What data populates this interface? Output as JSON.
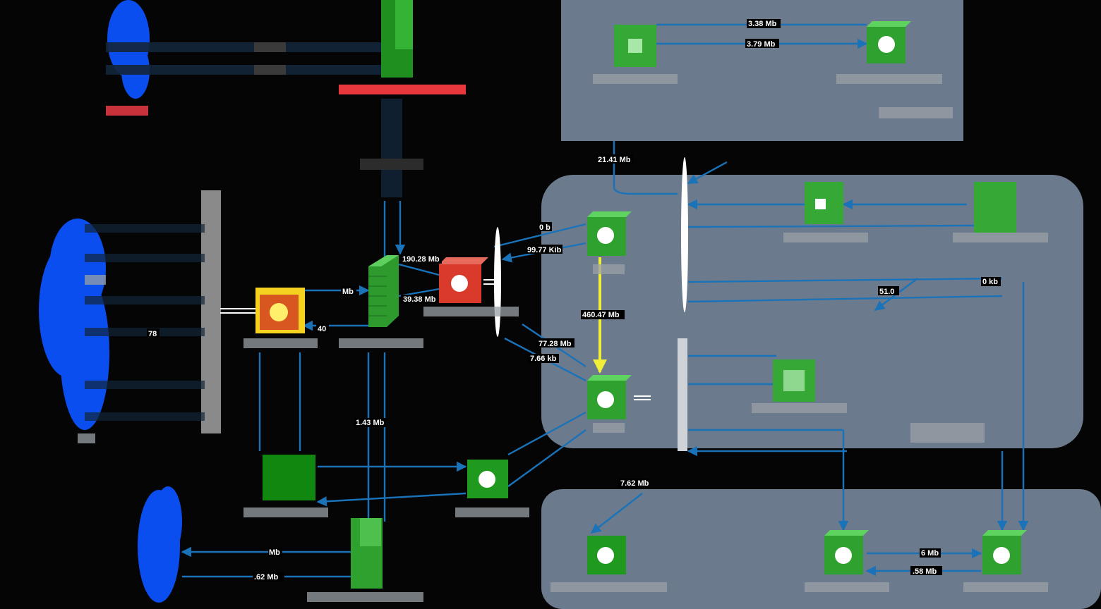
{
  "colors": {
    "background": "#050505",
    "zone": "#6b7a8c",
    "link": "#1a73b8",
    "link_hot": "#f1ee3a",
    "router": "#2ea12e",
    "router_alert": "#d93a2b",
    "firewall": "#31a531",
    "cloud": "#0a4ef0",
    "gateway": "#f4d21f"
  },
  "links": {
    "l1": "3.38 Mb",
    "l2": "3.79 Mb",
    "l3": "21.41 Mb",
    "l4": "0 b",
    "l5": "99.77 Kib",
    "l6": "190.28 Mb",
    "l7": "39.38 Mb",
    "l8": "460.47 Mb",
    "l9": "77.28 Mb",
    "l10": "7.66 kb",
    "l11": "1.43 Mb",
    "l12": "7.62 Mb",
    "l13": "51.0",
    "l14": "0 kb",
    "l15": "6 Mb",
    "l16": ".58 Mb",
    "l17": "Mb",
    "l18": ".62 Mb",
    "l19": "Mb",
    "l20": "40",
    "l21": "78"
  },
  "icons": {
    "router": "router-icon",
    "firewall": "firewall-icon",
    "cloud": "cloud-icon",
    "gateway": "gateway-icon",
    "switch": "switch-icon"
  }
}
